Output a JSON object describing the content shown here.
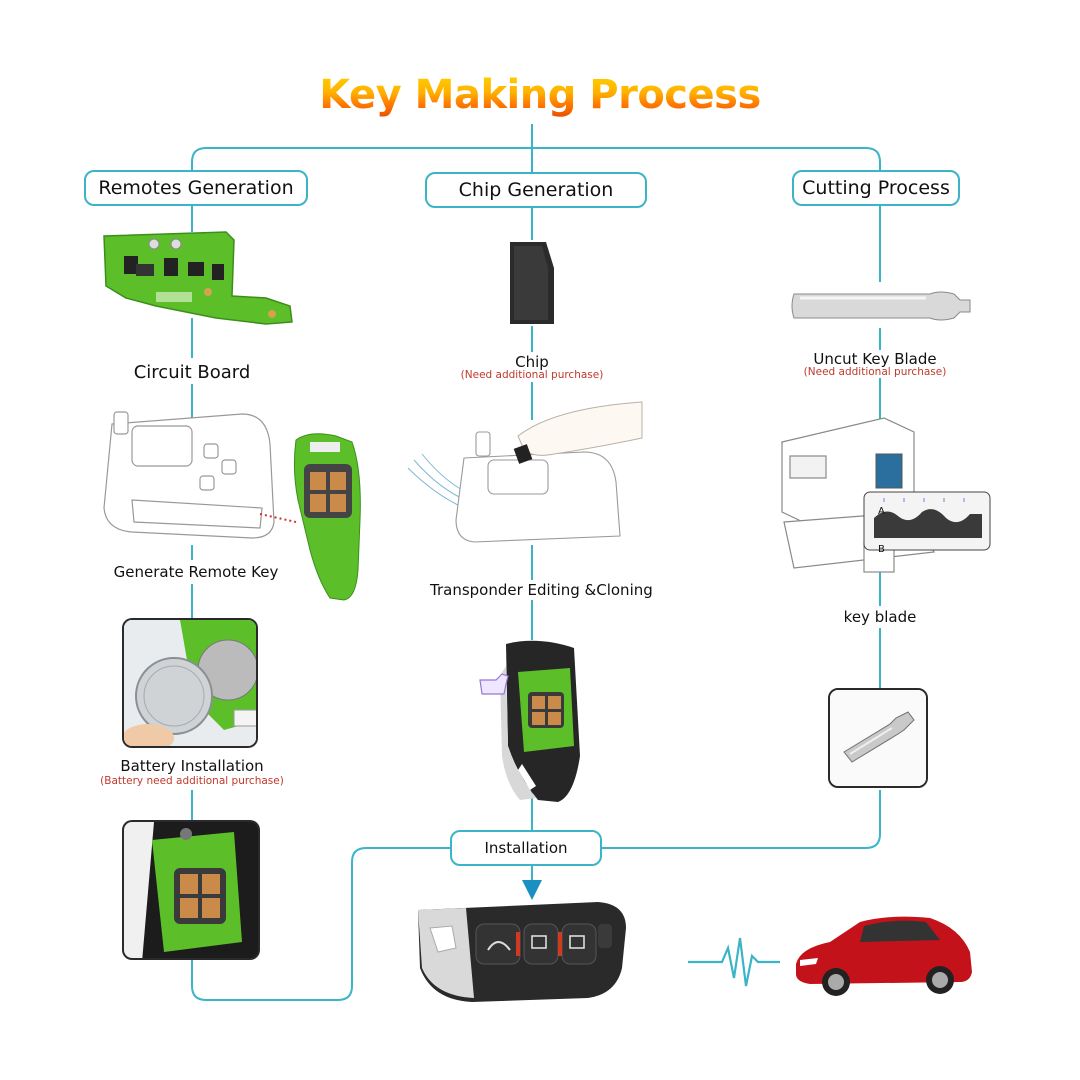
{
  "title": "Key Making Process",
  "sections": {
    "remotes": "Remotes Generation",
    "chip": "Chip Generation",
    "cutting": "Cutting Process"
  },
  "labels": {
    "circuit_board": "Circuit Board",
    "generate_remote_key": "Generate Remote Key",
    "battery_installation": "Battery Installation",
    "battery_note": "(Battery need additional purchase)",
    "chip": "Chip",
    "chip_note": "(Need additional purchase)",
    "transponder": "Transponder Editing &Cloning",
    "uncut_blade": "Uncut Key  Blade",
    "uncut_note": "(Need additional purchase)",
    "key_blade": "key blade",
    "installation": "Installation"
  },
  "graph_labels": {
    "a": "A",
    "b": "B"
  },
  "colors": {
    "connector": "#3cb4c8",
    "note": "#c0392b",
    "title_top": "#ffd400",
    "title_bottom": "#e84c00",
    "pcb": "#5cbf2a",
    "car": "#c4121a"
  }
}
